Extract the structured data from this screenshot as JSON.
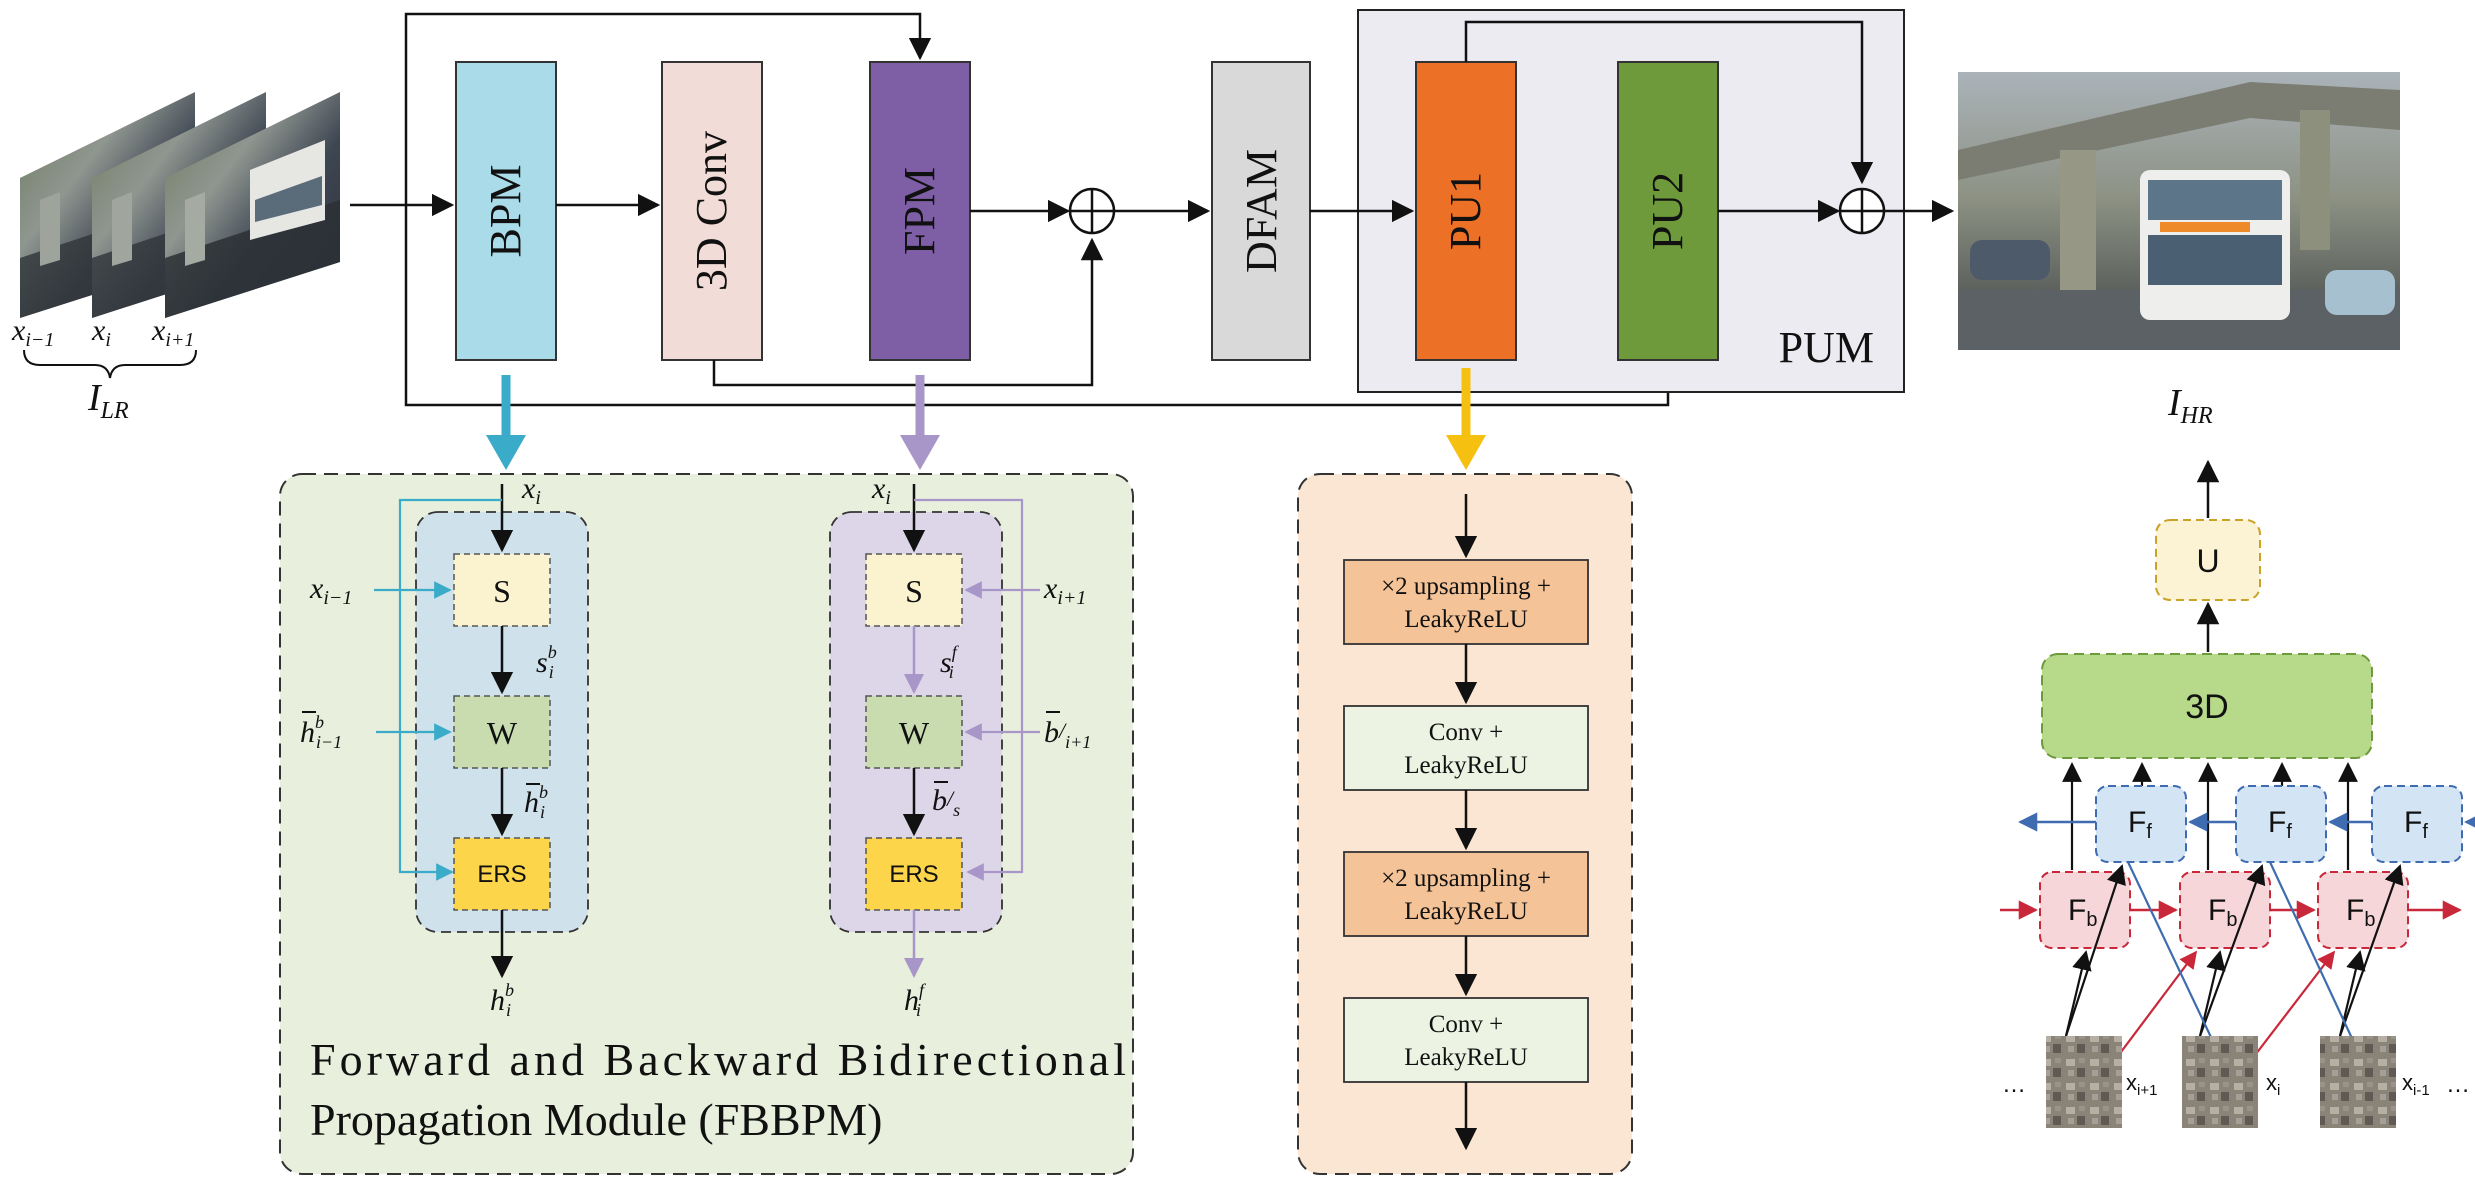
{
  "inputs": {
    "frame_labels": [
      "x",
      "x",
      "x"
    ],
    "frame_subscripts": [
      "i−1",
      "i",
      "i+1"
    ],
    "group_label": "I",
    "group_subscript": "LR"
  },
  "output": {
    "label": "I",
    "subscript": "HR"
  },
  "main_blocks": {
    "bpm": "BPM",
    "conv3d": "3D Conv",
    "fpm": "FPM",
    "dfam": "DFAM",
    "pu1": "PU1",
    "pu2": "PU2",
    "pum": "PUM"
  },
  "colors": {
    "bpm": "#a9dbe8",
    "conv3d": "#f1dcd8",
    "fpm": "#7e5fa6",
    "dfam": "#d9d9d9",
    "pu1": "#ec7126",
    "pu2": "#6f9a3c",
    "pum_bg": "#ecebf2",
    "fbbpm_bg": "#e8efdc",
    "pu_detail_bg": "#fbe5d3",
    "arrow_blue": "#3aabc8",
    "arrow_purple": "#a896c9",
    "arrow_yellow": "#f5c00f",
    "fb_red": "#c8283a",
    "ff_blue": "#3f6bb0"
  },
  "fbbpm": {
    "title_line1": "Forward and Backward Bidirectional",
    "title_line2": "Propagation Module (FBBPM)",
    "backward": {
      "input_top": "x",
      "input_top_sub": "i",
      "input_prev": "x",
      "input_prev_sub": "i−1",
      "hidden_prev": "h",
      "hidden_prev_sup": "b",
      "hidden_prev_sub": "i−1",
      "s_label": "S",
      "w_label": "W",
      "ers_label": "ERS",
      "s_out": "s",
      "s_out_sup": "b",
      "s_out_sub": "i",
      "w_out": "h",
      "w_out_sup": "b",
      "w_out_sub": "i",
      "output": "h",
      "output_sup": "b",
      "output_sub": "i"
    },
    "forward": {
      "input_top": "x",
      "input_top_sub": "i",
      "input_next": "x",
      "input_next_sub": "i+1",
      "hidden_next": "b",
      "hidden_next_sup": "/",
      "hidden_next_sub": "i+1",
      "s_label": "S",
      "w_label": "W",
      "ers_label": "ERS",
      "s_out": "s",
      "s_out_sup": "f",
      "s_out_sub": "i",
      "w_out": "b",
      "w_out_sup": "/",
      "w_out_sub": "s",
      "output": "h",
      "output_sup": "f",
      "output_sub": "i"
    }
  },
  "pu_detail": {
    "steps": [
      {
        "line1": "×2 upsampling +",
        "line2": "LeakyReLU"
      },
      {
        "line1": "Conv +",
        "line2": "LeakyReLU"
      },
      {
        "line1": "×2 upsampling +",
        "line2": "LeakyReLU"
      },
      {
        "line1": "Conv +",
        "line2": "LeakyReLU"
      }
    ]
  },
  "right_panel": {
    "u_label": "U",
    "threed_label": "3D",
    "ff_label": "F",
    "ff_sub": "f",
    "fb_label": "F",
    "fb_sub": "b",
    "frame_labels": [
      "x",
      "x",
      "x"
    ],
    "frame_subs": [
      "i+1",
      "i",
      "i-1"
    ],
    "ellipsis": "…"
  }
}
